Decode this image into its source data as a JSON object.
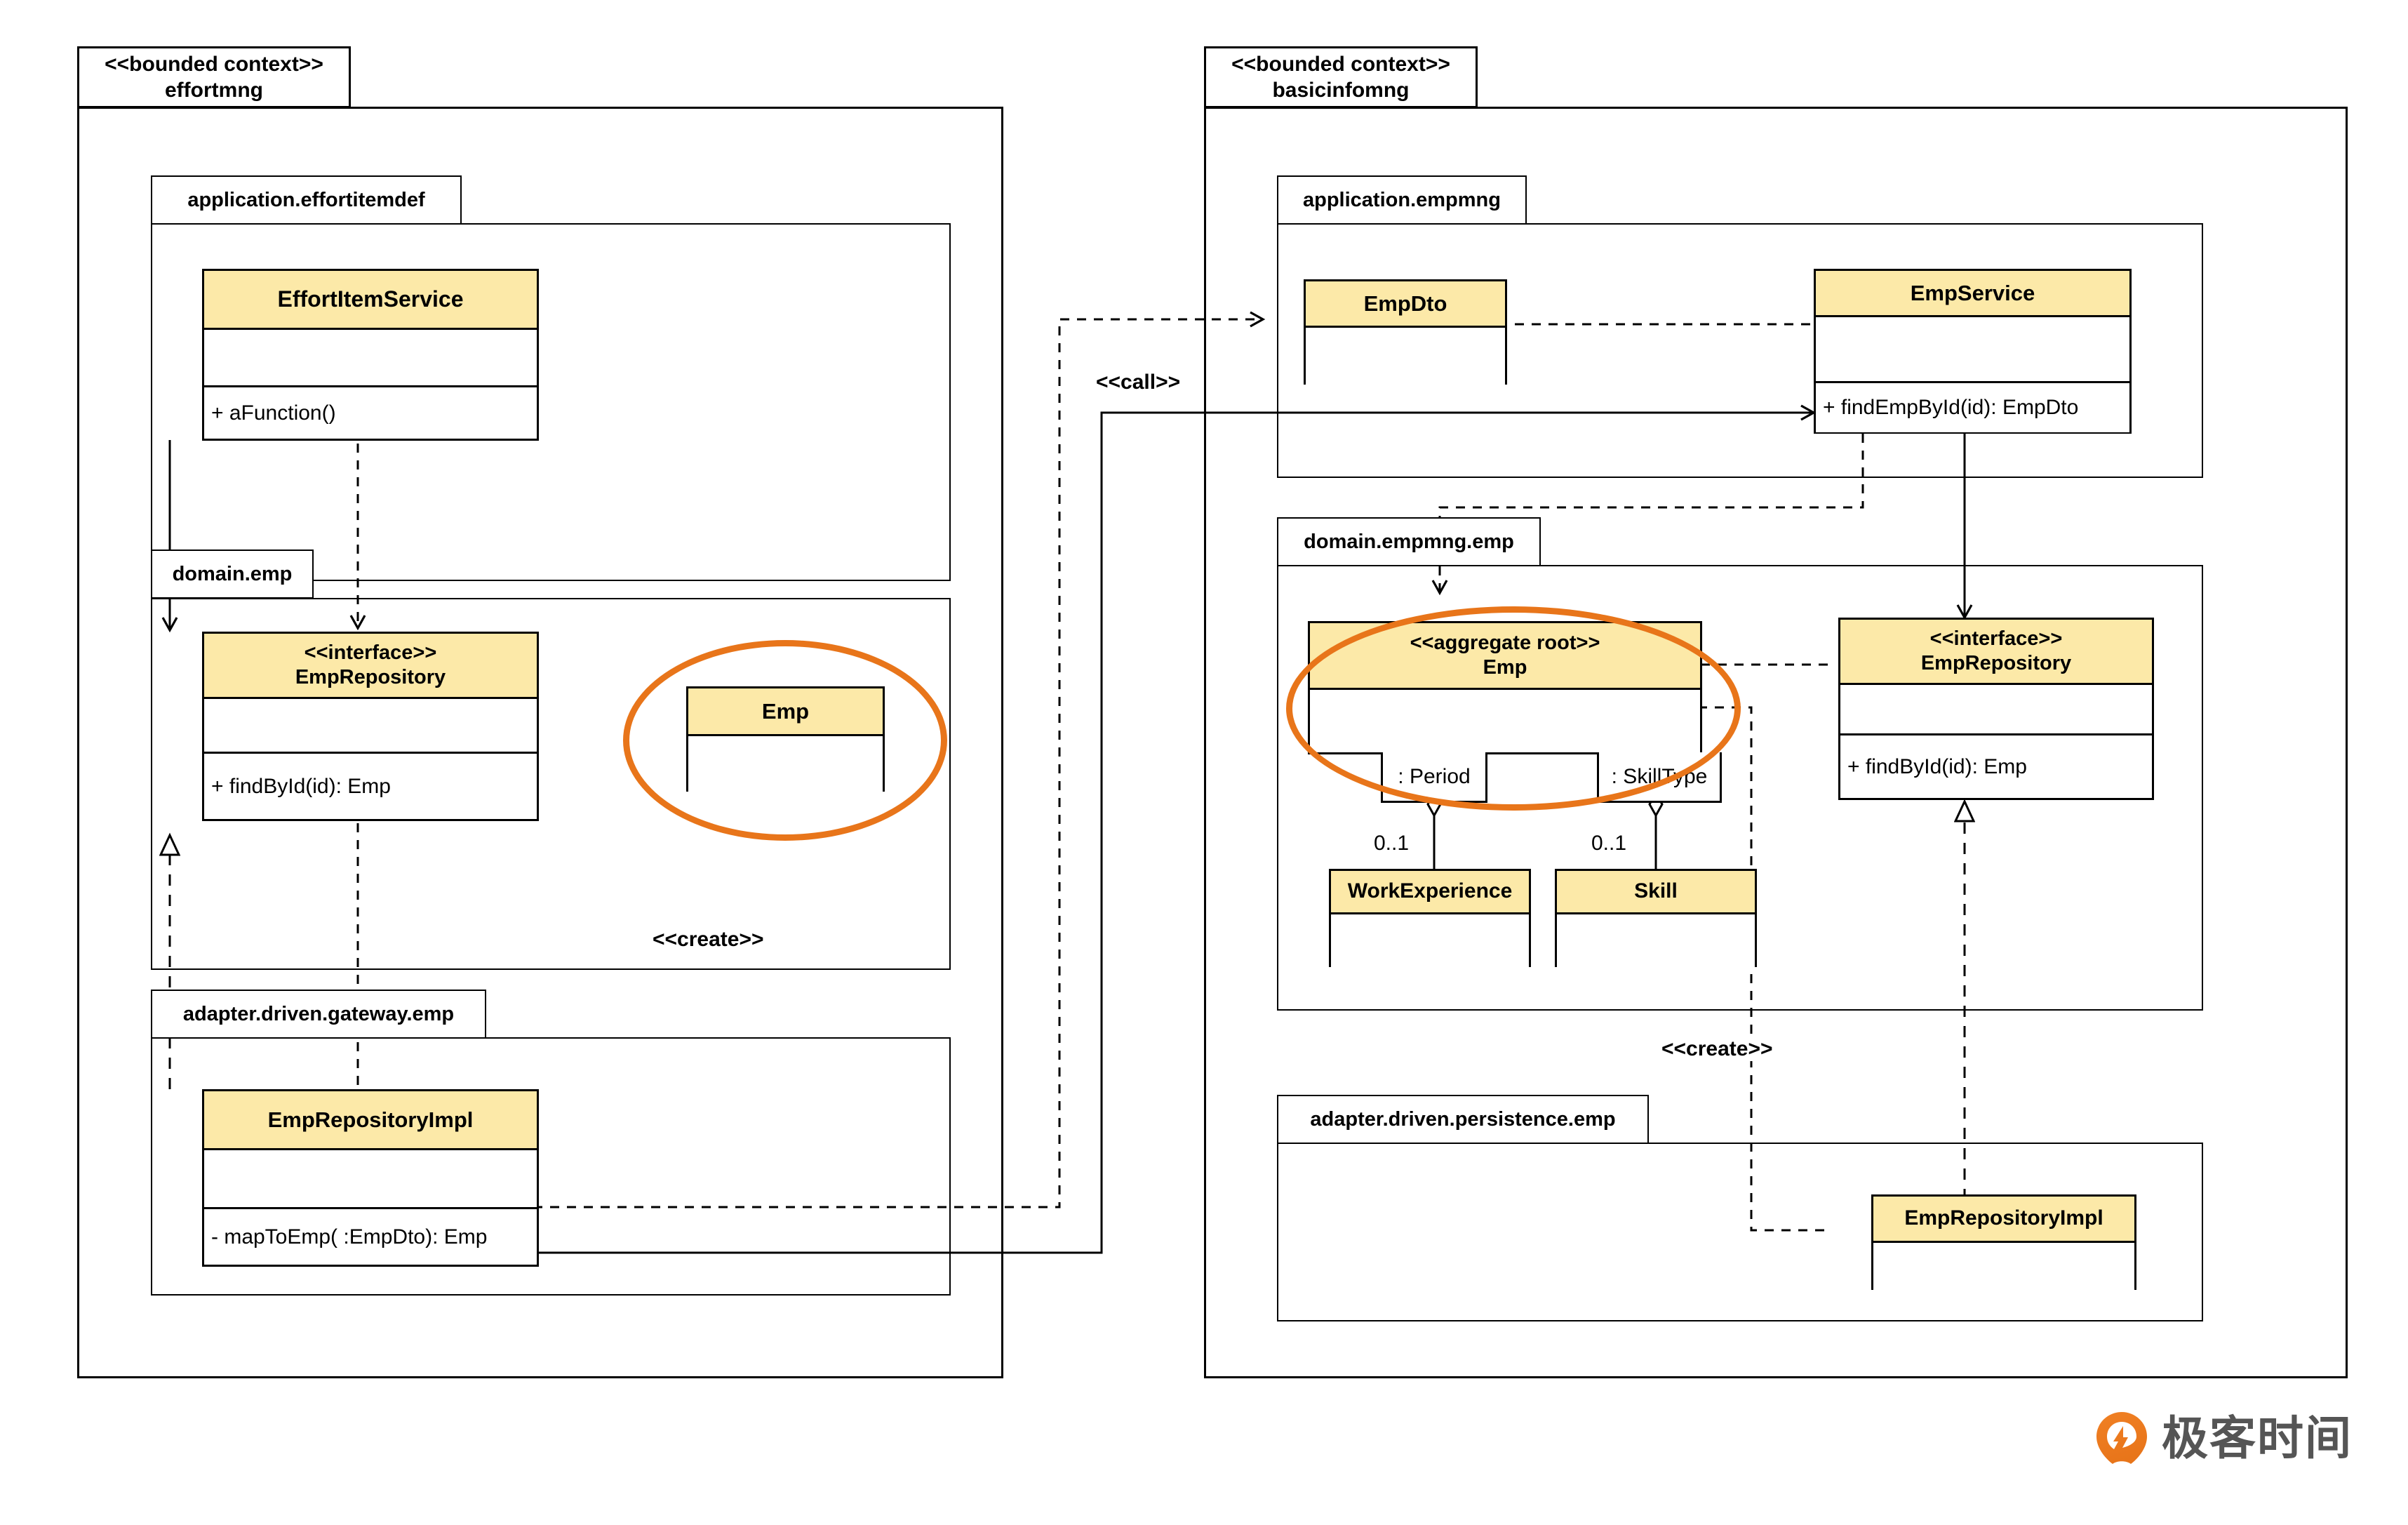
{
  "diagram": {
    "title": "DDD layered package class diagram",
    "colors": {
      "class_header_fill": "#FCE9A8",
      "highlight_ellipse": "#E8751A",
      "line": "#000000",
      "logo_orange": "#E8751A",
      "logo_text": "#555555"
    }
  },
  "contexts": [
    {
      "id": "effortmng",
      "stereotype": "<<bounded context>>",
      "name": "effortmng",
      "packages": [
        {
          "id": "application.effortitemdef",
          "name": "application.effortitemdef"
        },
        {
          "id": "domain.emp",
          "name": "domain.emp"
        },
        {
          "id": "adapter.driven.gateway.emp",
          "name": "adapter.driven.gateway.emp"
        }
      ]
    },
    {
      "id": "basicinfomng",
      "stereotype": "<<bounded context>>",
      "name": "basicinfomng",
      "packages": [
        {
          "id": "application.empmng",
          "name": "application.empmng"
        },
        {
          "id": "domain.empmng.emp",
          "name": "domain.empmng.emp"
        },
        {
          "id": "adapter.driven.persistence.emp",
          "name": "adapter.driven.persistence.emp"
        }
      ]
    }
  ],
  "classes": {
    "effortItemService": {
      "stereotype": "",
      "name": "EffortItemService",
      "attributes": [],
      "operations": [
        "+ aFunction()"
      ]
    },
    "empRepositoryLeft": {
      "stereotype": "<<interface>>",
      "name": "EmpRepository",
      "attributes": [],
      "operations": [
        "+ findById(id): Emp"
      ]
    },
    "empLeft": {
      "stereotype": "",
      "name": "Emp",
      "attributes": [],
      "operations": []
    },
    "empRepositoryImplLeft": {
      "stereotype": "",
      "name": "EmpRepositoryImpl",
      "attributes": [],
      "operations": [
        "- mapToEmp( :EmpDto): Emp"
      ]
    },
    "empDto": {
      "stereotype": "",
      "name": "EmpDto",
      "attributes": [],
      "operations": []
    },
    "empService": {
      "stereotype": "",
      "name": "EmpService",
      "attributes": [],
      "operations": [
        "+ findEmpById(id): EmpDto"
      ]
    },
    "empAggregate": {
      "stereotype": "<<aggregate root>>",
      "name": "Emp",
      "attributes": [],
      "operations": [],
      "roles": [
        ": Period",
        ": SkillType"
      ]
    },
    "workExperience": {
      "stereotype": "",
      "name": "WorkExperience",
      "attributes": [],
      "operations": []
    },
    "skill": {
      "stereotype": "",
      "name": "Skill",
      "attributes": [],
      "operations": []
    },
    "empRepositoryRight": {
      "stereotype": "<<interface>>",
      "name": "EmpRepository",
      "attributes": [],
      "operations": [
        "+ findById(id): Emp"
      ]
    },
    "empRepositoryImplRight": {
      "stereotype": "",
      "name": "EmpRepositoryImpl",
      "attributes": [],
      "operations": []
    }
  },
  "edge_labels": {
    "call": "<<call>>",
    "create_left": "<<create>>",
    "create_right": "<<create>>",
    "mult_period": "0..1",
    "mult_skilltype": "0..1"
  },
  "logo": {
    "text": "极客时间"
  }
}
